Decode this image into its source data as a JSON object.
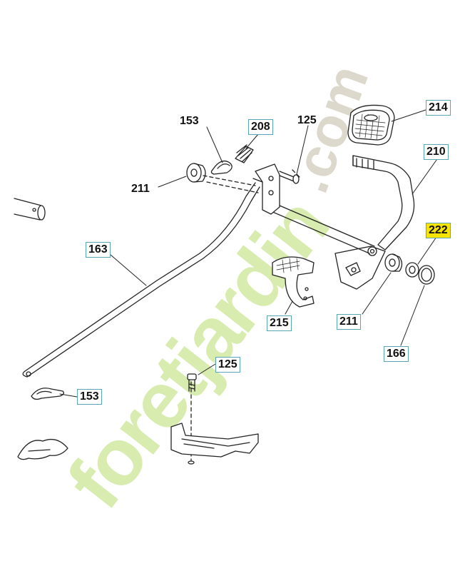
{
  "watermark": {
    "word": "foretjardin",
    "suffix": ".com",
    "colors": {
      "green": "#d8ecb0",
      "orange": "#f7dcaa",
      "grey": "#ddd8cc"
    }
  },
  "callouts": {
    "c214": "214",
    "c153a": "153",
    "c208": "208",
    "c125a": "125",
    "c210": "210",
    "c211a": "211",
    "c163": "163",
    "c222": "222",
    "c215": "215",
    "c211b": "211",
    "c166": "166",
    "c125b": "125",
    "c153b": "153"
  },
  "highlight_color": "#f4e400",
  "box_color": "#5aa6b4"
}
